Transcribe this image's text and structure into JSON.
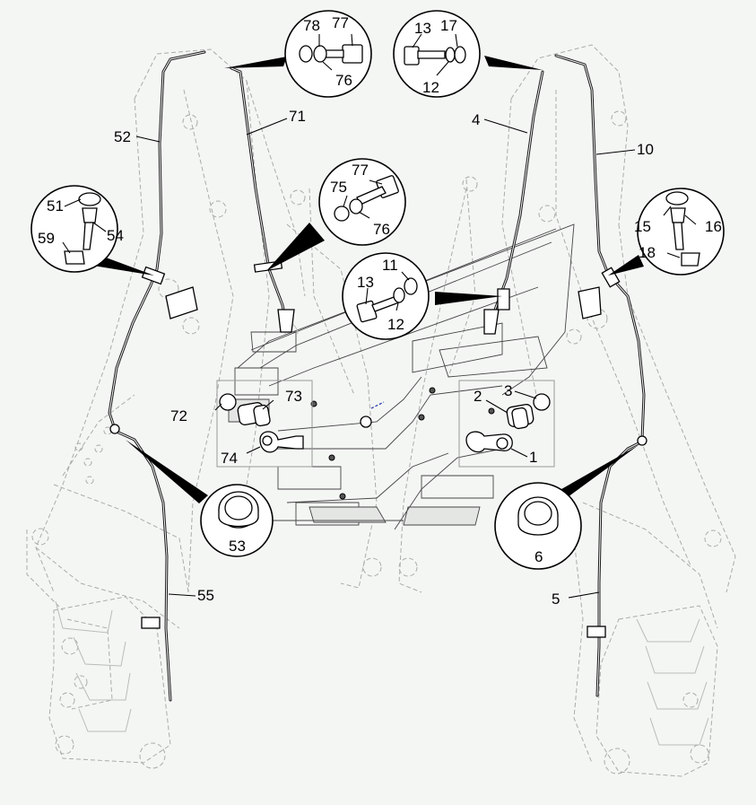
{
  "labels": {
    "p1": "1",
    "p2": "2",
    "p3": "3",
    "p4": "4",
    "p5": "5",
    "p6": "6",
    "p10": "10",
    "p11": "11",
    "p12a": "12",
    "p12b": "12",
    "p13a": "13",
    "p13b": "13",
    "p15": "15",
    "p16": "16",
    "p17": "17",
    "p18": "18",
    "p51": "51",
    "p52": "52",
    "p53": "53",
    "p54": "54",
    "p55": "55",
    "p59": "59",
    "p71": "71",
    "p72": "72",
    "p73": "73",
    "p74": "74",
    "p75": "75",
    "p76a": "76",
    "p76b": "76",
    "p77a": "77",
    "p77b": "77",
    "p78": "78"
  },
  "colors": {
    "background": "#f4f6f4",
    "line": "#000000",
    "ghost": "#a9aca9",
    "accent": "#2233aa"
  }
}
